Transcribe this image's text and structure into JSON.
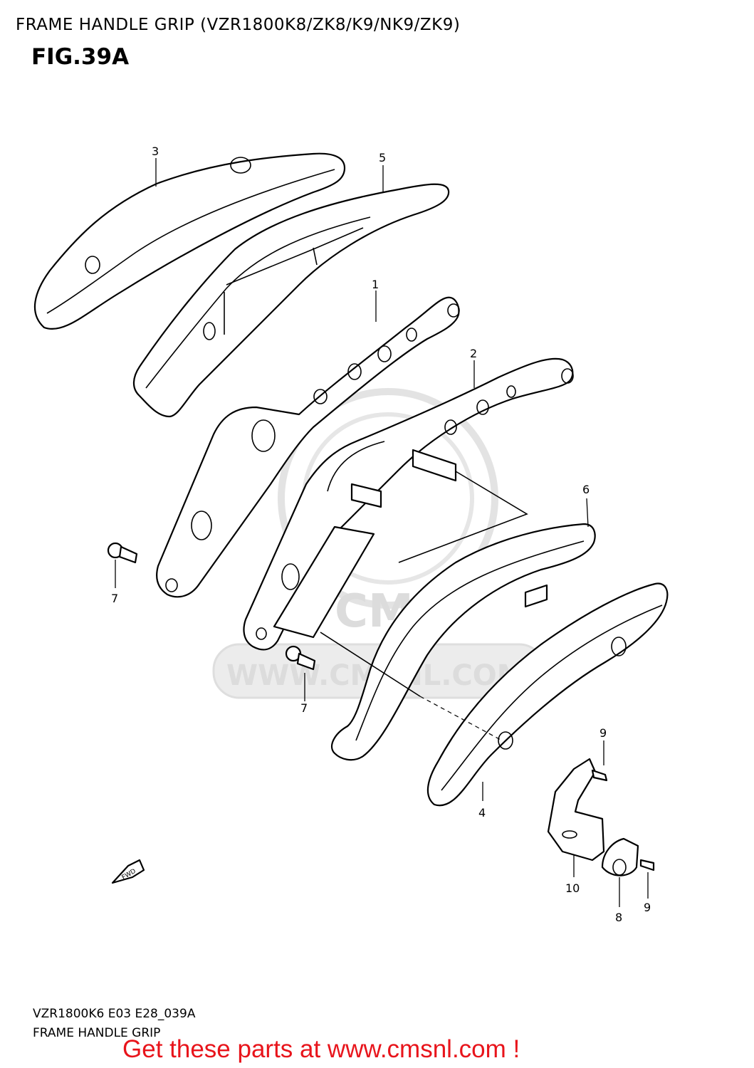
{
  "header": {
    "title": "FRAME HANDLE GRIP (VZR1800K8/ZK8/K9/NK9/ZK9)",
    "figure": "FIG.39A"
  },
  "watermark": {
    "brand": "CMS",
    "url": "WWW.CMSNL.COM"
  },
  "callouts": {
    "p1": "1",
    "p2": "2",
    "p3": "3",
    "p4": "4",
    "p5": "5",
    "p6": "6",
    "p7a": "7",
    "p7b": "7",
    "p8": "8",
    "p9a": "9",
    "p9b": "9",
    "p10": "10"
  },
  "arrow_label": "FWD",
  "footer": {
    "code": "VZR1800K6 E03 E28_039A",
    "name": "FRAME HANDLE GRIP",
    "promo": "Get these parts at www.cmsnl.com !"
  }
}
